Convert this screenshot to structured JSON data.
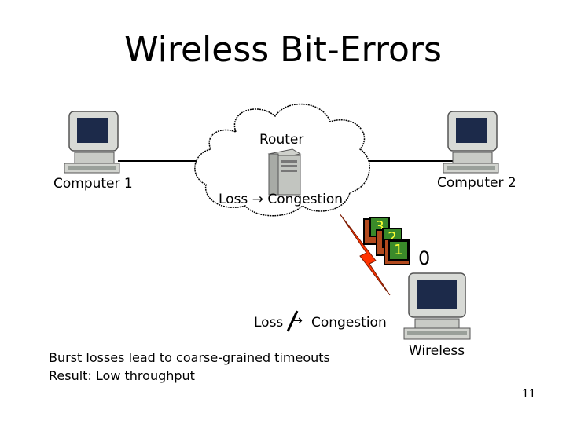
{
  "slide": {
    "title": "Wireless Bit-Errors",
    "page_number": "11"
  },
  "nodes": {
    "computer1": "Computer 1",
    "computer2": "Computer 2",
    "router": "Router",
    "wireless": "Wireless"
  },
  "cloud_text": "Loss → Congestion",
  "crossed_text": {
    "before": "Loss",
    "after": "Congestion"
  },
  "packets": [
    "3",
    "2",
    "1",
    "0"
  ],
  "notes": [
    "Burst losses lead to coarse-grained timeouts",
    "Result: Low throughput"
  ],
  "colors": {
    "lightning": "#ff3300",
    "packet_fill": "#3a8a2a",
    "packet_text": "#ffff33",
    "packet_frame": "#b24a1e"
  }
}
